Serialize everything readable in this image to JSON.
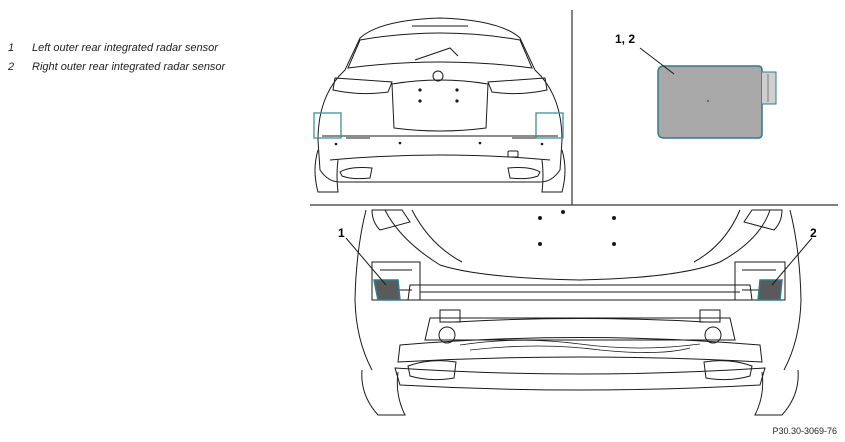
{
  "legend": {
    "items": [
      {
        "num": "1",
        "label": "Left outer rear integrated radar sensor"
      },
      {
        "num": "2",
        "label": "Right outer rear integrated radar sensor"
      }
    ]
  },
  "callouts": {
    "detail": "1, 2",
    "left": "1",
    "right": "2"
  },
  "reference_code": "P30.30-3069-76",
  "colors": {
    "sensor_fill": "#a8a8a8",
    "sensor_outline": "#2f7c8e",
    "highlight_box": "#3d8fa0",
    "line": "#1a1a1a"
  }
}
